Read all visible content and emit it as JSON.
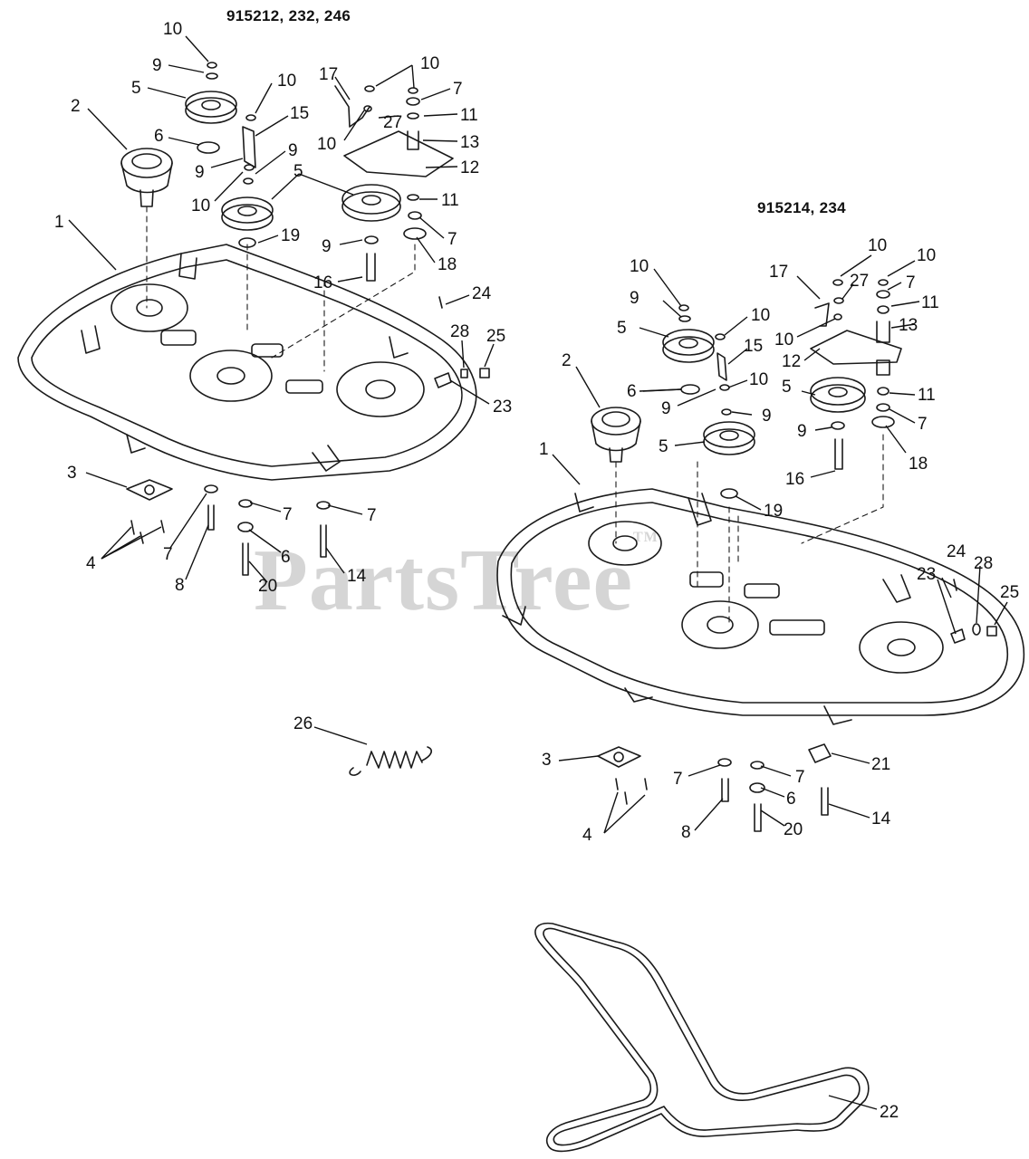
{
  "headers": {
    "left_models": "915212, 232, 246",
    "right_models": "915214, 234"
  },
  "watermark": {
    "text": "PartsTree",
    "tm": "TM"
  },
  "callouts_left": [
    "10",
    "9",
    "5",
    "2",
    "10",
    "15",
    "6",
    "9",
    "10",
    "9",
    "5",
    "19",
    "1",
    "17",
    "10",
    "7",
    "27",
    "11",
    "10",
    "13",
    "12",
    "11",
    "7",
    "9",
    "18",
    "16",
    "24",
    "28",
    "25",
    "23",
    "3",
    "4",
    "7",
    "8",
    "7",
    "6",
    "20",
    "7",
    "14"
  ],
  "callouts_right": [
    "10",
    "10",
    "17",
    "27",
    "7",
    "11",
    "10",
    "9",
    "10",
    "5",
    "15",
    "13",
    "10",
    "12",
    "2",
    "6",
    "9",
    "10",
    "9",
    "5",
    "11",
    "7",
    "9",
    "5",
    "18",
    "16",
    "1",
    "19",
    "24",
    "28",
    "23",
    "25",
    "3",
    "7",
    "7",
    "21",
    "6",
    "4",
    "8",
    "20",
    "14",
    "22",
    "26"
  ],
  "colors": {
    "line": "#1a1a1a",
    "watermark": "#c8c8c8"
  }
}
